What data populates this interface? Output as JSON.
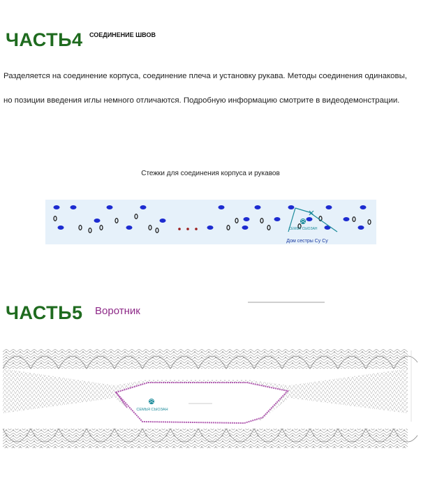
{
  "part4": {
    "title": "ЧАСТЬ4",
    "subtitle": "СОЕДИНЕНИЕ ШВОВ",
    "paragraph_line1": "Разделяется на соединение корпуса, соединение плеча и установку рукава. Методы соединения одинаковы,",
    "paragraph_line2": "но позиции введения иглы немного отличаются. Подробную информацию смотрите в видеодемонстрации.",
    "diagram_caption": "Стежки для соединения корпуса и рукавов",
    "watermark_top": "СЕМЬЯ СЫОЗАН",
    "watermark_bottom": "Дом сестры Су Су"
  },
  "part5": {
    "title": "ЧАСТЬ5",
    "subtitle": "Воротник",
    "watermark": "СЕМЬЯ СЫОЗАН"
  },
  "colors": {
    "heading_green": "#1f6b1f",
    "subtitle_purple": "#8e2a88",
    "stitch_blue": "#1c2bd0",
    "accent_teal": "#1a8a9a",
    "band_bg": "#e6f1fa",
    "dot_red": "#9a1a1a"
  }
}
